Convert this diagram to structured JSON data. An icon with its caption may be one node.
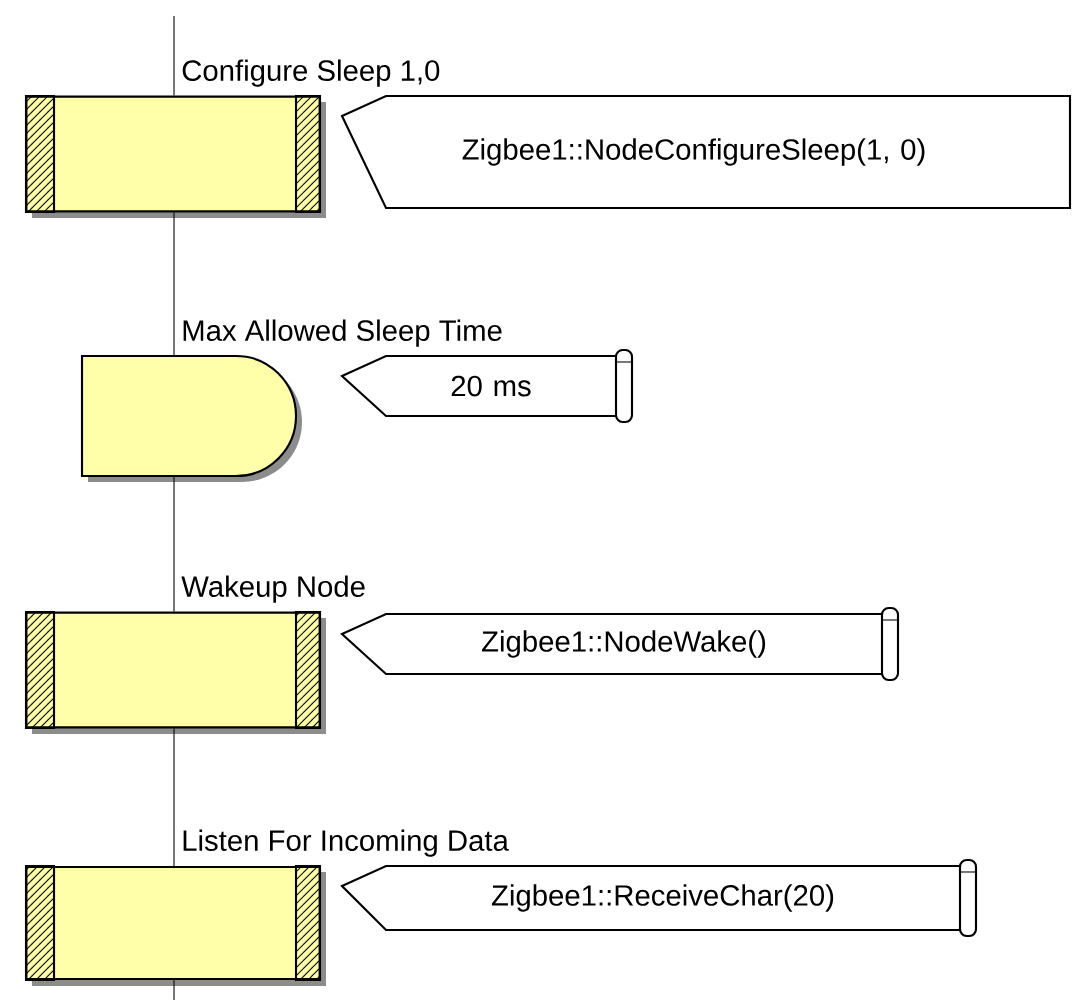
{
  "diagram": {
    "nodes": [
      {
        "text": [
          "Configure Sleep 1,0"
        ]
      },
      {
        "text": [
          "Zigbee1::NodeConfigureSleep(1, 0)"
        ]
      },
      {
        "text": [
          "Max Allowed Sleep Time"
        ]
      },
      {
        "text": [
          "20 ms"
        ]
      },
      {
        "text": [
          "Wakeup Node"
        ]
      },
      {
        "text": [
          "Zigbee1::NodeWake()"
        ]
      },
      {
        "text": [
          "Listen For Incoming Data"
        ]
      },
      {
        "text": [
          "Zigbee1::ReceiveChar(20)"
        ]
      }
    ],
    "edges": [
      {
        "from": null,
        "to": 0,
        "arrow": "none"
      },
      {
        "from": 0,
        "to": 2,
        "arrow": "none"
      },
      {
        "from": 2,
        "to": 4,
        "arrow": "none"
      },
      {
        "from": 4,
        "to": 6,
        "arrow": "none"
      },
      {
        "from": 6,
        "to": null,
        "arrow": "none"
      }
    ]
  }
}
